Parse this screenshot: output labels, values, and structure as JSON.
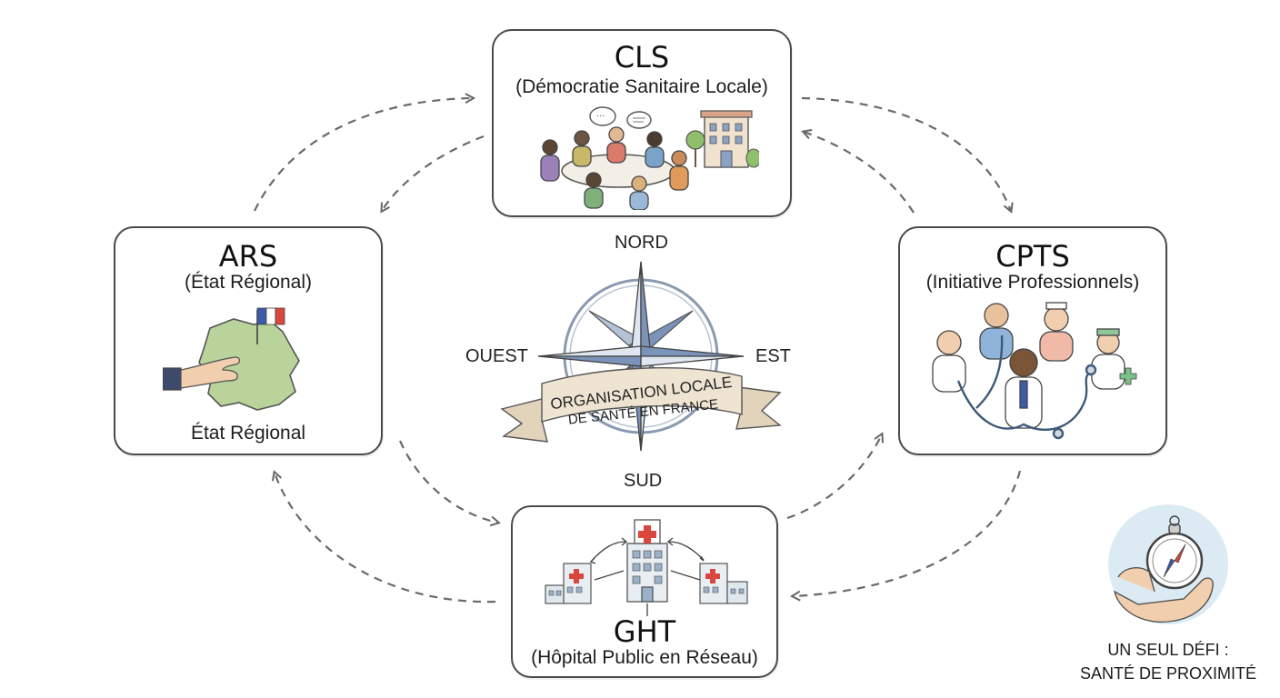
{
  "nodes": {
    "cls": {
      "title": "CLS",
      "subtitle": "(Démocratie Sanitaire Locale)"
    },
    "ars": {
      "title": "ARS",
      "subtitle": "(État Régional)",
      "caption": "État Régional"
    },
    "cpts": {
      "title": "CPTS",
      "subtitle": "(Initiative Professionnels)"
    },
    "ght": {
      "title": "GHT",
      "subtitle": "(Hôpital Public en Réseau)"
    }
  },
  "compass": {
    "north": "NORD",
    "south": "SUD",
    "east": "EST",
    "west": "OUEST",
    "banner_line1": "ORGANISATION LOCALE",
    "banner_line2": "DE SANTÉ EN FRANCE"
  },
  "challenge": {
    "line1": "UN SEUL DÉFI :",
    "line2": "SANTÉ DE PROXIMITÉ"
  },
  "colors": {
    "border": "#4a4a4a",
    "arrow": "#666666",
    "flag_blue": "#3b5aa8",
    "flag_red": "#d9463e",
    "map_green": "#b9d39a",
    "compass_blue": "#7b93b8",
    "banner": "#efe4d2",
    "cross_red": "#d9463e",
    "hospital": "#e9eef3"
  },
  "icons": [
    "people-meeting-icon",
    "town-hall-icon",
    "france-map-icon",
    "hand-icon",
    "flag-icon",
    "doctors-icon",
    "stethoscope-icon",
    "hospital-network-icon",
    "compass-rose-icon",
    "pocket-compass-icon"
  ]
}
